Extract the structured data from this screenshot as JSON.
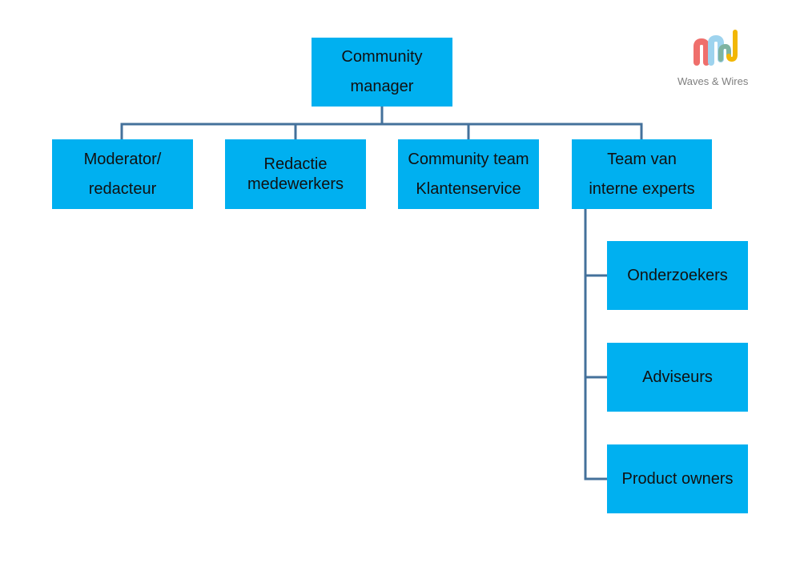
{
  "logo": {
    "text": "Waves & Wires",
    "colors": [
      "#ef6f6c",
      "#9ed3ee",
      "#7fb3a0",
      "#f2b705"
    ]
  },
  "colors": {
    "node_fill": "#00b0f0",
    "connector": "#44719b",
    "text": "#111111"
  },
  "org_chart": {
    "root": {
      "lines": [
        "Community",
        "manager"
      ]
    },
    "level1": [
      {
        "lines": [
          "Moderator/",
          "redacteur"
        ]
      },
      {
        "lines": [
          "Redactie",
          "medewerkers"
        ]
      },
      {
        "lines": [
          "Community team",
          "Klantenservice"
        ]
      },
      {
        "lines": [
          "Team van",
          "interne experts"
        ]
      }
    ],
    "experts_children": [
      {
        "lines": [
          "Onderzoekers"
        ]
      },
      {
        "lines": [
          "Adviseurs"
        ]
      },
      {
        "lines": [
          "Product owners"
        ]
      }
    ]
  }
}
